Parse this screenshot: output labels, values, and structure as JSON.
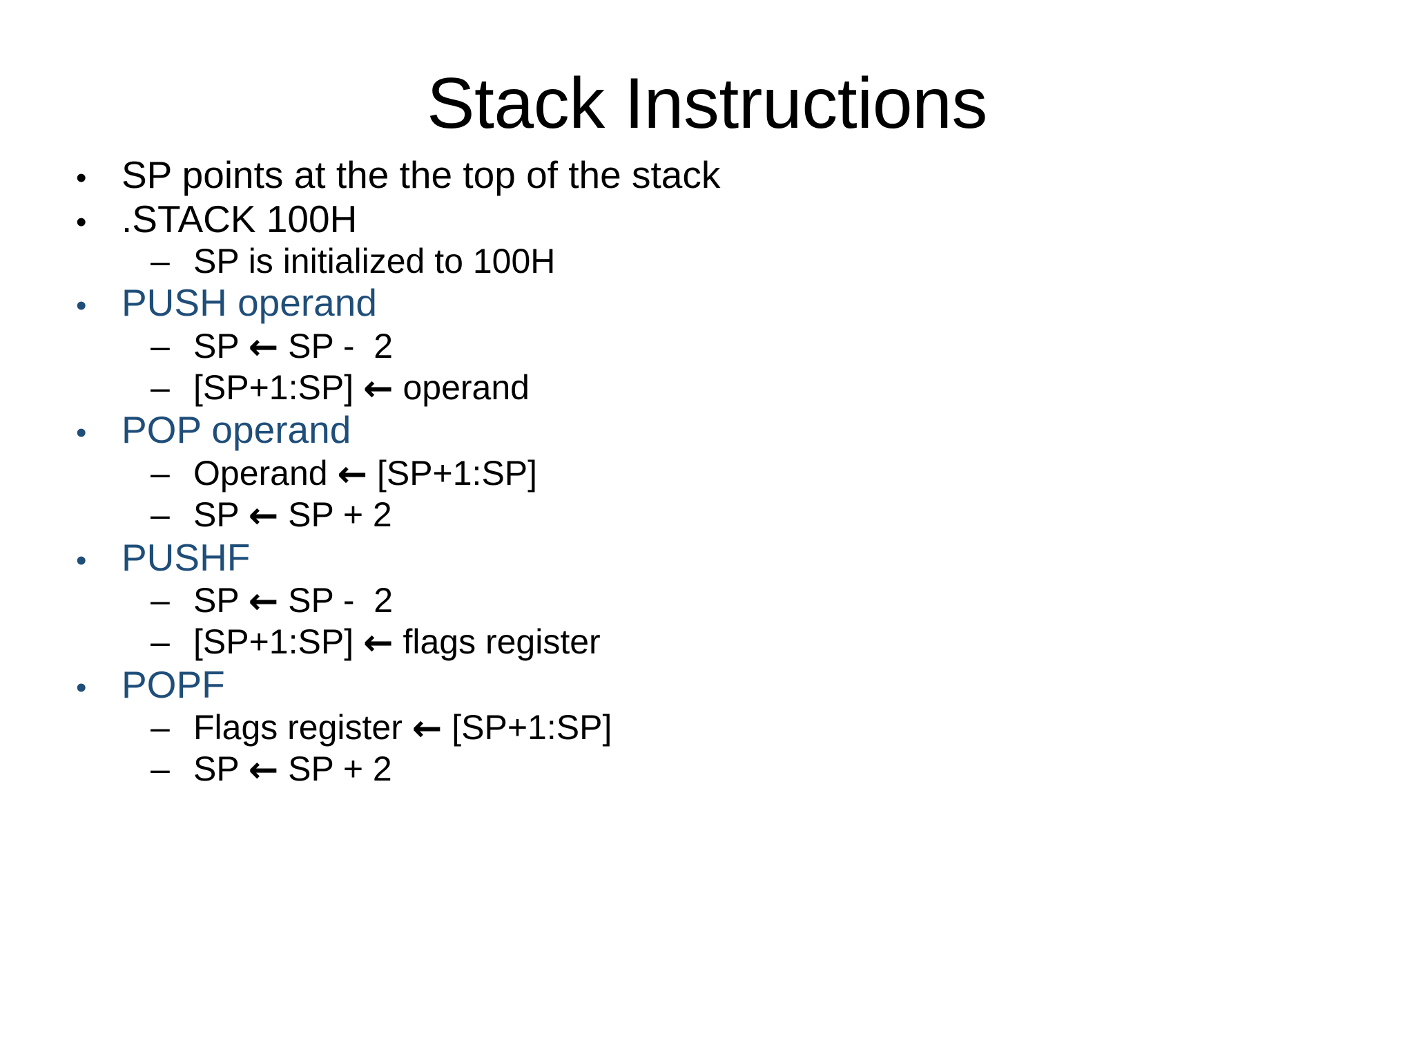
{
  "slide": {
    "title": "Stack Instructions",
    "background_color": "#FFFFFF",
    "text_color": "#000000",
    "accent_color": "#1F4E79",
    "bullet_glyph": "•",
    "dash_glyph": "–",
    "arrow_glyph": "←",
    "content": [
      {
        "level": 1,
        "color": "black",
        "text": "SP points at the the top of the stack"
      },
      {
        "level": 1,
        "color": "black",
        "text": ".STACK 100H"
      },
      {
        "level": 2,
        "color": "black",
        "text": "SP is initialized to 100H"
      },
      {
        "level": 1,
        "color": "blue",
        "text": "PUSH operand"
      },
      {
        "level": 2,
        "color": "black",
        "before": "SP ",
        "arrow": "←",
        "after": " SP -  2"
      },
      {
        "level": 2,
        "color": "black",
        "before": "[SP+1:SP] ",
        "arrow": "←",
        "after": " operand"
      },
      {
        "level": 1,
        "color": "blue",
        "text": "POP operand"
      },
      {
        "level": 2,
        "color": "black",
        "before": "Operand ",
        "arrow": "←",
        "after": " [SP+1:SP]"
      },
      {
        "level": 2,
        "color": "black",
        "before": "SP ",
        "arrow": "←",
        "after": " SP + 2"
      },
      {
        "level": 1,
        "color": "blue",
        "text": "PUSHF"
      },
      {
        "level": 2,
        "color": "black",
        "before": "SP ",
        "arrow": "←",
        "after": " SP -  2"
      },
      {
        "level": 2,
        "color": "black",
        "before": "[SP+1:SP] ",
        "arrow": "←",
        "after": " flags register"
      },
      {
        "level": 1,
        "color": "blue",
        "text": "POPF"
      },
      {
        "level": 2,
        "color": "black",
        "before": "Flags register ",
        "arrow": "←",
        "after": " [SP+1:SP]"
      },
      {
        "level": 2,
        "color": "black",
        "before": "SP ",
        "arrow": "←",
        "after": " SP + 2"
      }
    ]
  }
}
